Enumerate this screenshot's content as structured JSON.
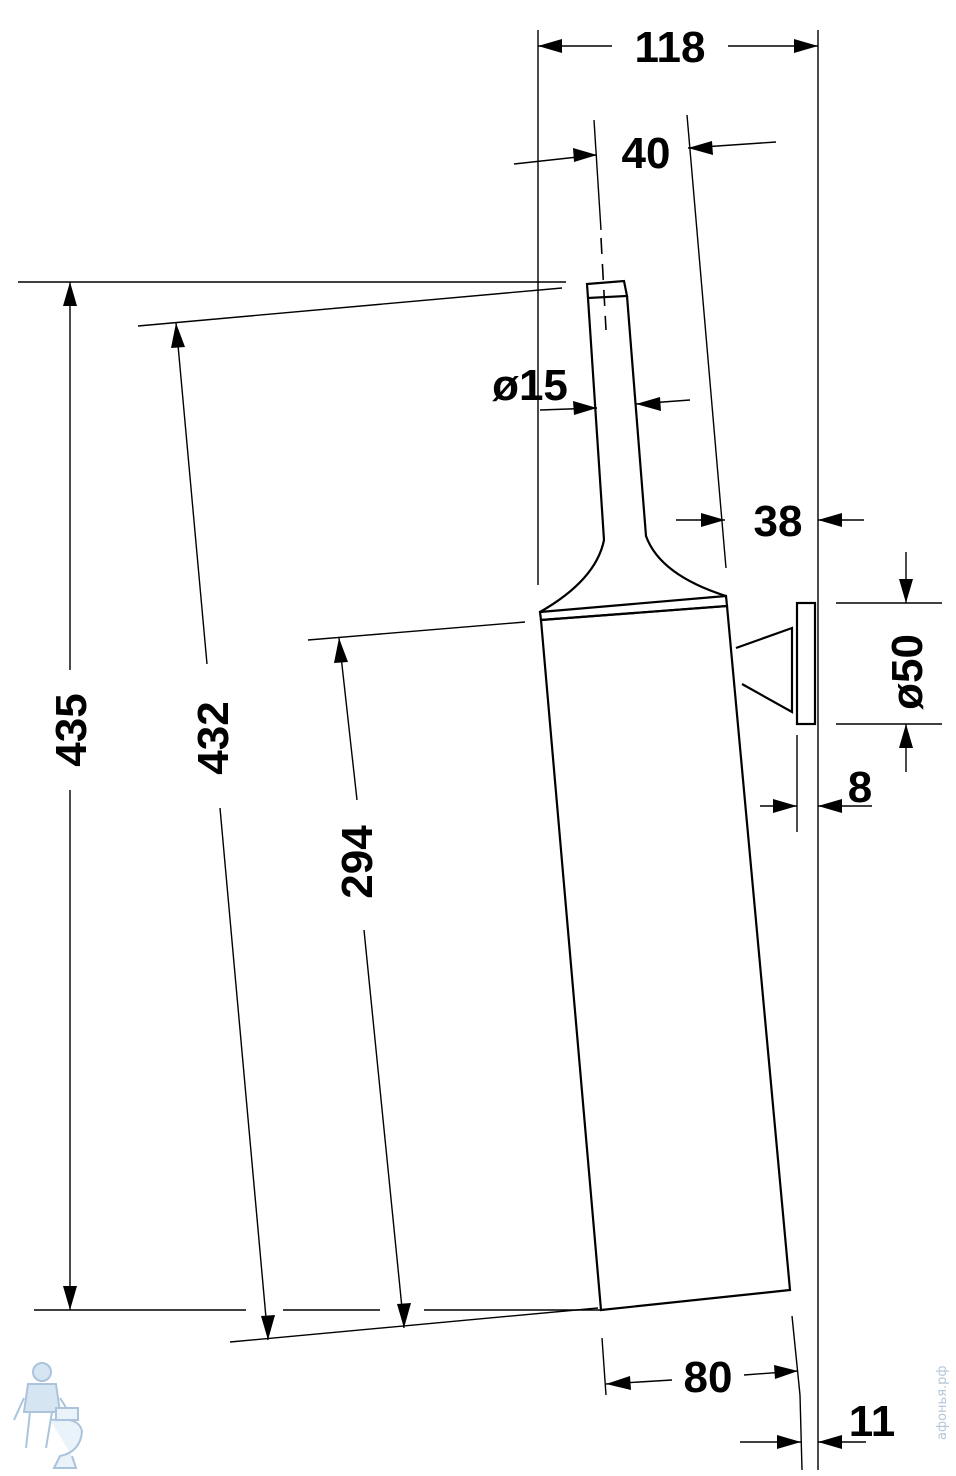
{
  "drawing": {
    "dimensions": {
      "total_width": "118",
      "handle_offset": "40",
      "handle_diameter": "ø15",
      "wall_gap": "38",
      "mount_diameter": "ø50",
      "mount_depth": "8",
      "total_height": "435",
      "brush_length": "432",
      "container_height": "294",
      "container_width": "80",
      "bottom_gap": "11"
    },
    "watermark": "афонья.рф"
  },
  "colors": {
    "line": "#000000",
    "background": "#ffffff",
    "watermark": "#9ab4cc"
  }
}
